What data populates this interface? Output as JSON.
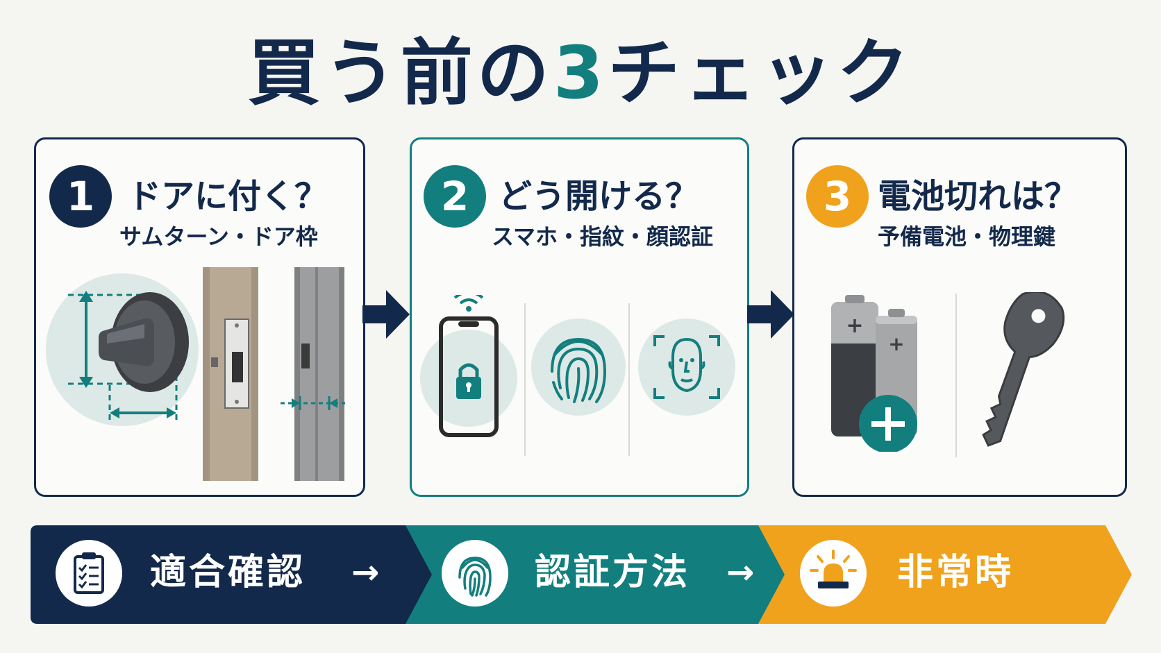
{
  "title": {
    "before": "買う前の",
    "number": "3",
    "after": "チェック"
  },
  "cards": [
    {
      "number": "1",
      "heading": "ドアに付く？",
      "sub": "サムターン・ドア枠"
    },
    {
      "number": "2",
      "heading": "どう開ける？",
      "sub": "スマホ・指紋・顔認証"
    },
    {
      "number": "3",
      "heading": "電池切れは？",
      "sub": "予備電池・物理鍵"
    }
  ],
  "flow": [
    {
      "label": "適合確認",
      "arrow": "→",
      "icon": "clipboard-checklist-icon"
    },
    {
      "label": "認証方法",
      "arrow": "→",
      "icon": "fingerprint-icon"
    },
    {
      "label": "非常時",
      "icon": "alarm-light-icon"
    }
  ],
  "colors": {
    "navy": "#13294b",
    "teal": "#137e7e",
    "orange": "#f0a21d",
    "background": "#f5f5f2"
  }
}
